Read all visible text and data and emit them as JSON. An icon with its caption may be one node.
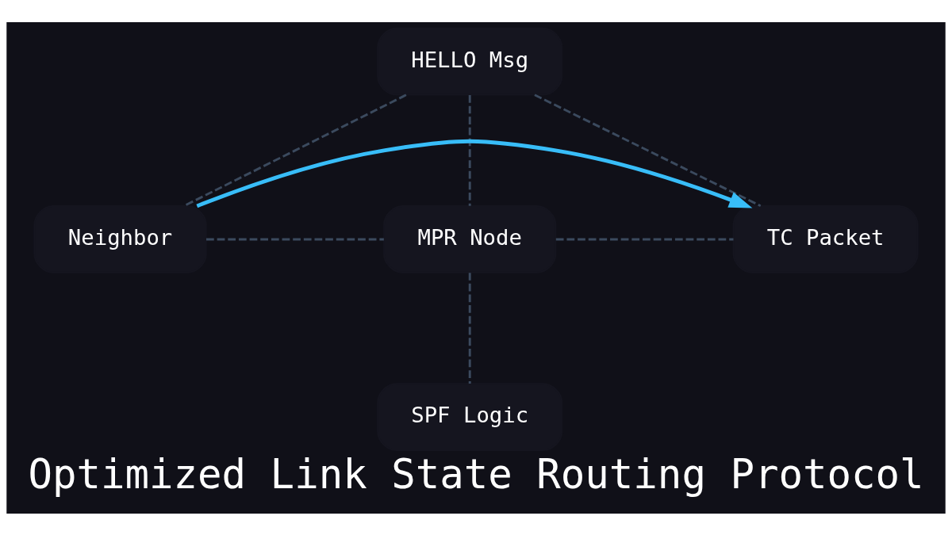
{
  "diagram": {
    "title": "Optimized Link State Routing Protocol",
    "nodes": [
      {
        "text": [
          "HELLO Msg"
        ]
      },
      {
        "text": [
          "Neighbor"
        ]
      },
      {
        "text": [
          "MPR Node"
        ]
      },
      {
        "text": [
          "TC Packet"
        ]
      },
      {
        "text": [
          "SPF Logic"
        ]
      }
    ],
    "edges": [
      {
        "from": 0,
        "to": 1,
        "arrow": "none",
        "style": "dashed"
      },
      {
        "from": 0,
        "to": 2,
        "arrow": "none",
        "style": "dashed"
      },
      {
        "from": 0,
        "to": 3,
        "arrow": "none",
        "style": "dashed"
      },
      {
        "from": 1,
        "to": 2,
        "arrow": "none",
        "style": "dashed"
      },
      {
        "from": 2,
        "to": 3,
        "arrow": "none",
        "style": "dashed"
      },
      {
        "from": 2,
        "to": 4,
        "arrow": "none",
        "style": "dashed"
      },
      {
        "from": 1,
        "to": 3,
        "arrow": "to",
        "color": "#38bdf8"
      }
    ]
  }
}
